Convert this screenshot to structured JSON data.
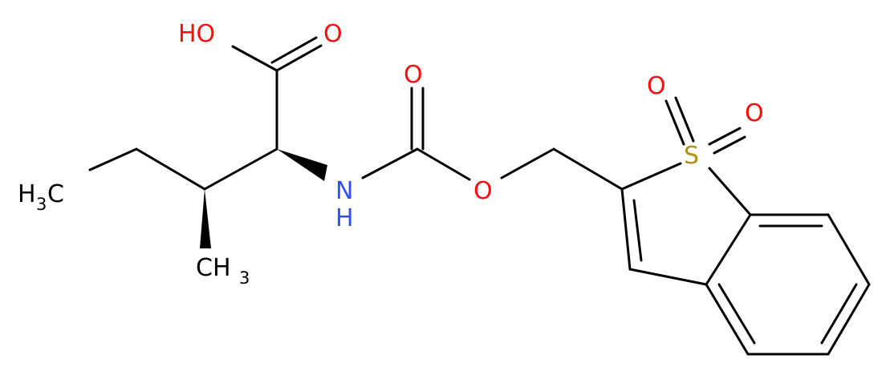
{
  "molecule": {
    "atoms": {
      "hydroxyl": "HO",
      "carbonyl_oxygen_acid": "O",
      "carbonyl_oxygen_carbamate": "O",
      "ester_oxygen": "O",
      "amine": {
        "element": "N",
        "hydrogen": "H"
      },
      "sulfur": "S",
      "sulfonyl_oxygen_1": "O",
      "sulfonyl_oxygen_2": "O",
      "methyl_terminal": {
        "element": "H",
        "count": "3",
        "carbon": "C"
      },
      "methyl_branch": {
        "element": "CH",
        "count": "3"
      }
    },
    "colors": {
      "oxygen": "#ff0d0d",
      "nitrogen": "#3050f8",
      "sulfur": "#b2901a",
      "carbon": "#000000"
    }
  }
}
